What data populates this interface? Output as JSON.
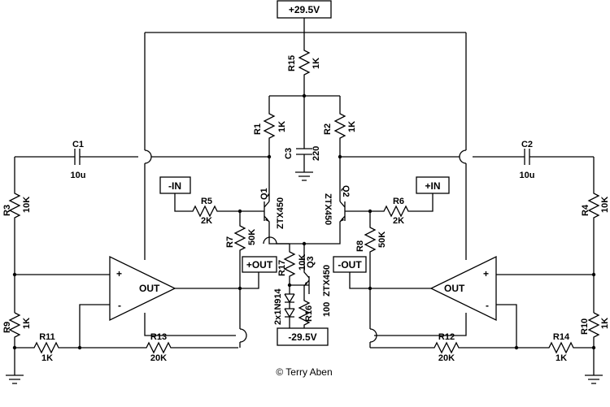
{
  "supplies": {
    "positive": "+29.5V",
    "negative": "-29.5V"
  },
  "ports": {
    "minus_in": "-IN",
    "plus_in": "+IN",
    "plus_out": "+OUT",
    "minus_out": "-OUT"
  },
  "opamps": {
    "left": {
      "label": "OUT",
      "plus": "+",
      "minus": "-"
    },
    "right": {
      "label": "OUT",
      "plus": "+",
      "minus": "-"
    }
  },
  "resistors": {
    "r1": {
      "ref": "R1",
      "value": "1K"
    },
    "r2": {
      "ref": "R2",
      "value": "1K"
    },
    "r3": {
      "ref": "R3",
      "value": "10K"
    },
    "r4": {
      "ref": "R4",
      "value": "10K"
    },
    "r5": {
      "ref": "R5",
      "value": "2K"
    },
    "r6": {
      "ref": "R6",
      "value": "2K"
    },
    "r7": {
      "ref": "R7",
      "value": "50K"
    },
    "r8": {
      "ref": "R8",
      "value": "50K"
    },
    "r9": {
      "ref": "R9",
      "value": "1K"
    },
    "r10": {
      "ref": "R10",
      "value": "1K"
    },
    "r11": {
      "ref": "R11",
      "value": "1K"
    },
    "r12": {
      "ref": "R12",
      "value": "20K"
    },
    "r13": {
      "ref": "R13",
      "value": "20K"
    },
    "r14": {
      "ref": "R14",
      "value": "1K"
    },
    "r15": {
      "ref": "R15",
      "value": "1K"
    },
    "r16": {
      "ref": "R16",
      "value": "100"
    },
    "r17": {
      "ref": "R17",
      "value": "10K"
    }
  },
  "capacitors": {
    "c1": {
      "ref": "C1",
      "value": "10u"
    },
    "c2": {
      "ref": "C2",
      "value": "10u"
    },
    "c3": {
      "ref": "C3",
      "value": "220"
    }
  },
  "transistors": {
    "q1": {
      "ref": "Q1",
      "part": "ZTX450"
    },
    "q2": {
      "ref": "Q2",
      "part": "ZTX450"
    },
    "q3": {
      "ref": "Q3",
      "part": "ZTX450"
    }
  },
  "diodes": {
    "d1": {
      "label": "2x1N914"
    }
  },
  "copyright": "© Terry Aben"
}
